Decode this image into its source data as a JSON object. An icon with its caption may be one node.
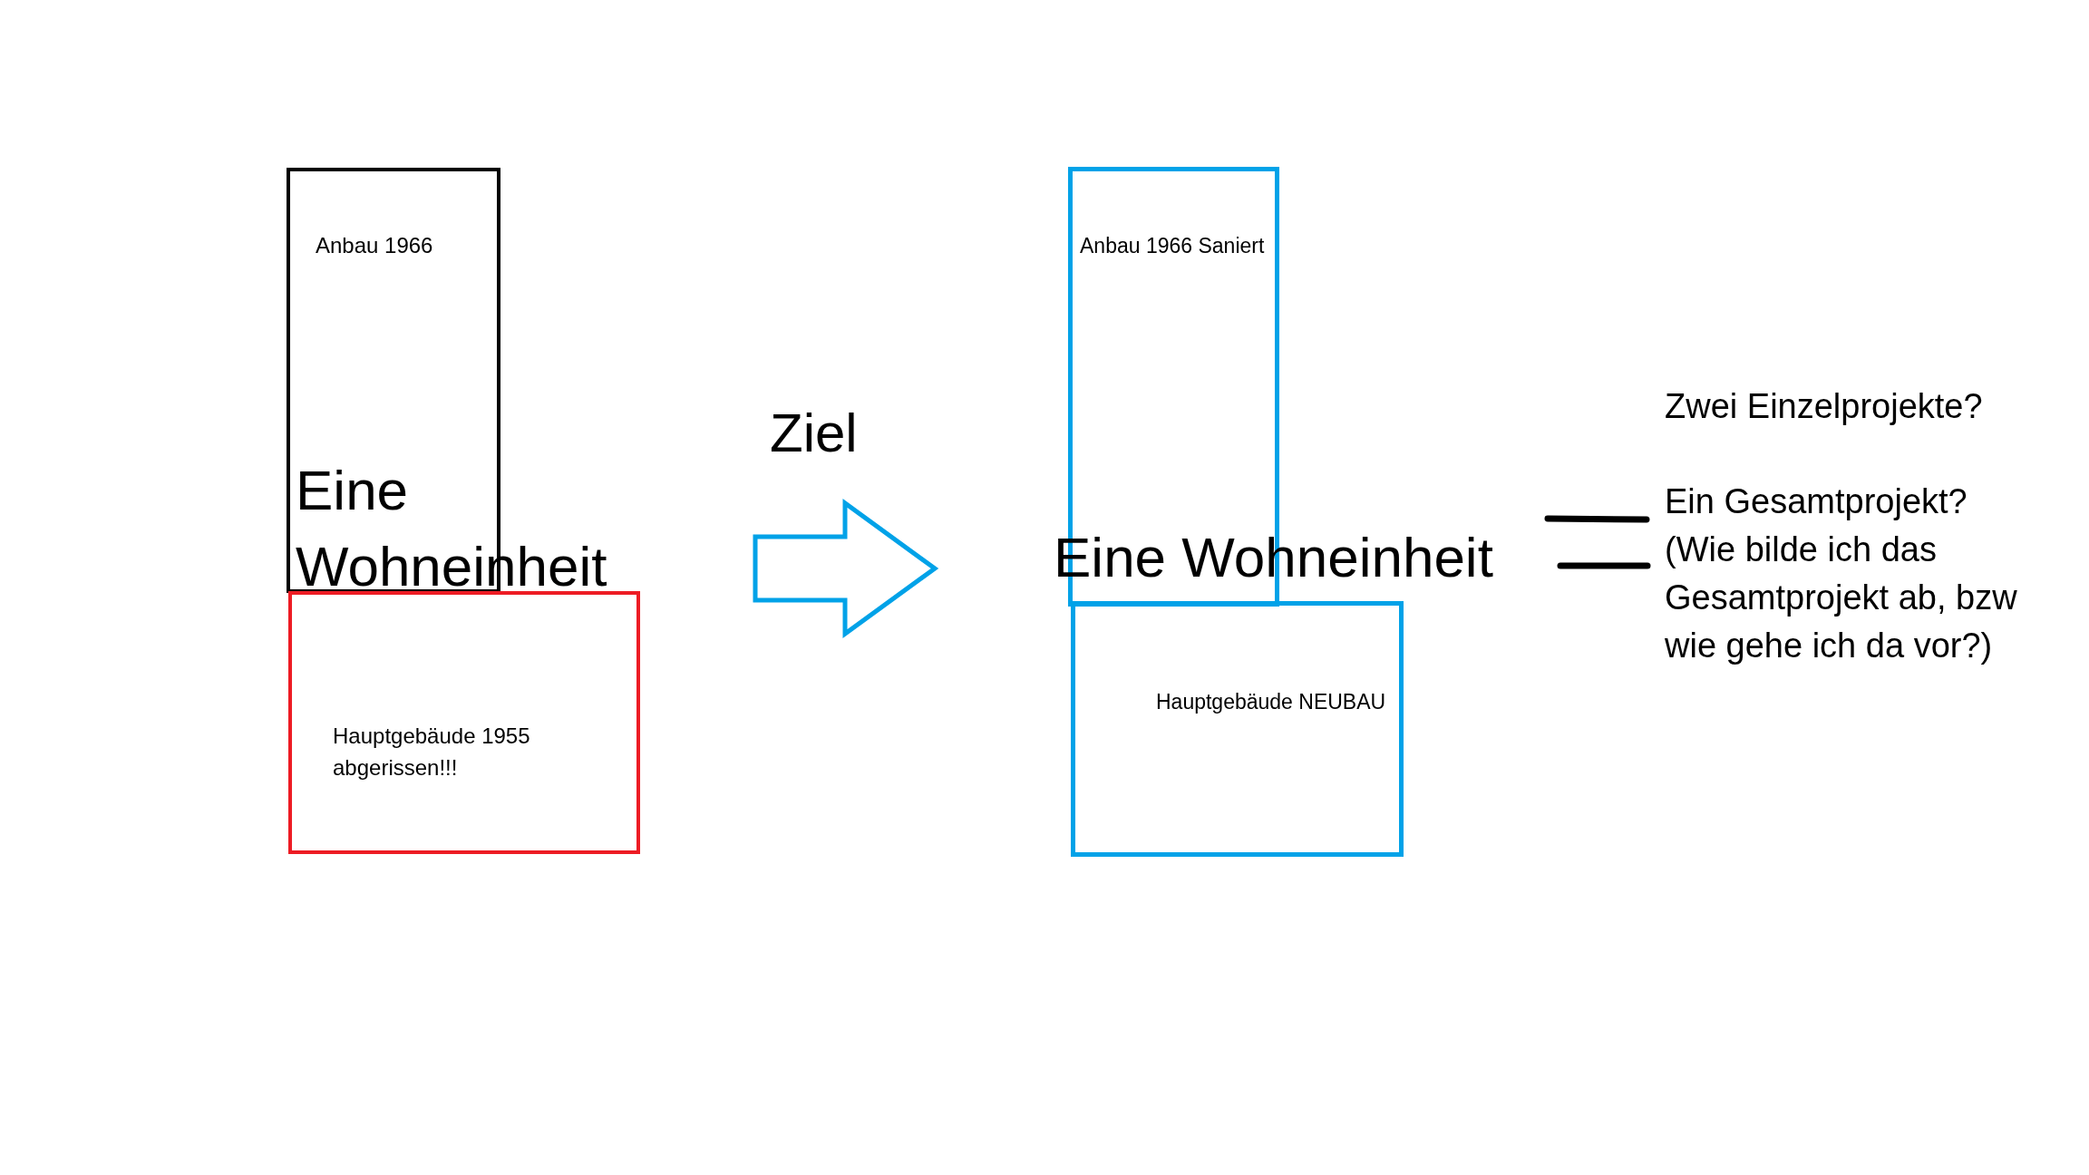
{
  "diagram": {
    "nodes": [
      {
        "text": [
          "Anbau 1966"
        ]
      },
      {
        "text": [
          "Hauptgebäude 1955 abgerissen!!!"
        ]
      },
      {
        "text": [
          "Anbau 1966 Saniert"
        ]
      },
      {
        "text": [
          "Hauptgebäude NEUBAU"
        ]
      }
    ],
    "edges": [
      {
        "from": 1,
        "to": 2,
        "arrow": "to",
        "label": "Ziel"
      }
    ],
    "labels": [
      "Eine Wohneinheit",
      "Eine Wohneinheit",
      "Zwei Einzelprojekte?",
      "Ein Gesamtprojekt? (Wie bilde ich das Gesamtprojekt ab, bzw wie gehe ich da vor?)"
    ]
  }
}
